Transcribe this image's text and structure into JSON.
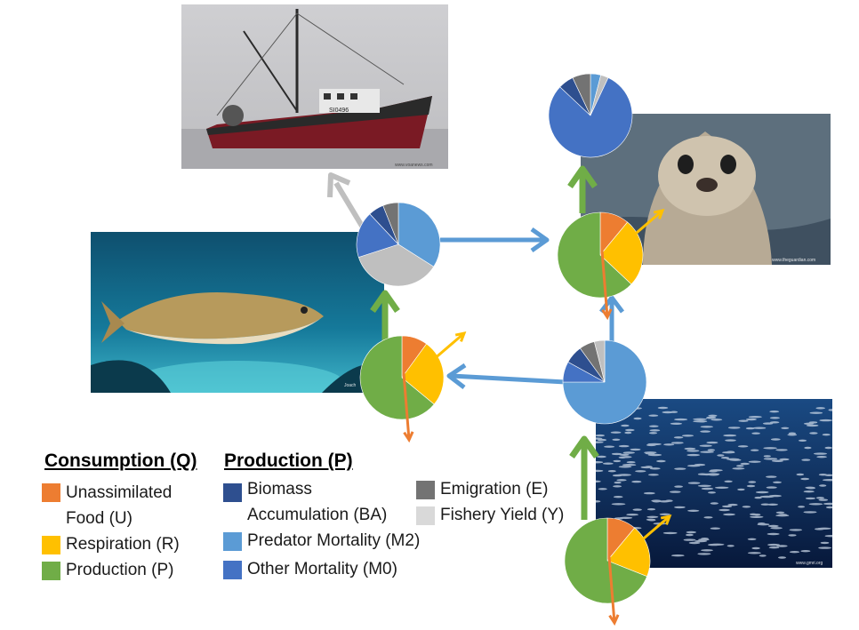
{
  "colors": {
    "unassimilated": "#ED7D31",
    "respiration": "#FFC000",
    "production": "#70AD47",
    "biomass_accumulation": "#2E4F8F",
    "predator_mortality": "#5B9BD5",
    "other_mortality": "#4472C4",
    "emigration": "#737373",
    "fishery_yield": "#BFBFBF",
    "flow_arrow": "#5B9BD5",
    "production_arrow": "#70AD47",
    "yield_arrow": "#BFBFBF"
  },
  "images": {
    "boat": {
      "icon": "fishing-boat-photo",
      "credit": "www.voanews.com",
      "hull_number": "SI0496"
    },
    "cod": {
      "icon": "cod-fish-photo",
      "credit": "Joach"
    },
    "seal": {
      "icon": "harbor-seal-photo",
      "credit": "www.theguardian.com"
    },
    "herring": {
      "icon": "herring-school-photo",
      "credit": "www.gmri.org"
    }
  },
  "legend": {
    "consumption_heading": "Consumption (Q)",
    "production_heading": "Production (P)",
    "consumption_items": [
      {
        "key": "unassimilated",
        "label_line1": "Unassimilated",
        "label_line2": "Food (U)"
      },
      {
        "key": "respiration",
        "label_line1": "Respiration (R)"
      },
      {
        "key": "production",
        "label_line1": "Production (P)"
      }
    ],
    "production_items": [
      {
        "key": "biomass_accumulation",
        "label_line1": "Biomass",
        "label_line2": "Accumulation (BA)"
      },
      {
        "key": "predator_mortality",
        "label_line1": "Predator Mortality (M2)"
      },
      {
        "key": "other_mortality",
        "label_line1": "Other Mortality  (M0)"
      },
      {
        "key": "emigration",
        "label_line1": "Emigration (E)"
      },
      {
        "key": "fishery_yield",
        "label_line1": "Fishery Yield (Y)"
      }
    ]
  },
  "chart_data": [
    {
      "type": "pie",
      "name": "consumption",
      "node": "herring",
      "slices": [
        {
          "label": "Unassimilated Food (U)",
          "value": 0.11
        },
        {
          "label": "Respiration (R)",
          "value": 0.2
        },
        {
          "label": "Production (P)",
          "value": 0.69
        }
      ]
    },
    {
      "type": "pie",
      "name": "production",
      "node": "herring",
      "slices": [
        {
          "label": "Biomass Accumulation (BA)",
          "value": 0.0
        },
        {
          "label": "Predator Mortality (M2)",
          "value": 0.75
        },
        {
          "label": "Other Mortality (M0)",
          "value": 0.08
        },
        {
          "label": "Biomass Accumulation (BA)",
          "value": 0.07
        },
        {
          "label": "Emigration (E)",
          "value": 0.06
        },
        {
          "label": "Fishery Yield (Y)",
          "value": 0.04
        }
      ]
    },
    {
      "type": "pie",
      "name": "consumption",
      "node": "cod",
      "slices": [
        {
          "label": "Unassimilated Food (U)",
          "value": 0.1
        },
        {
          "label": "Respiration (R)",
          "value": 0.26
        },
        {
          "label": "Production (P)",
          "value": 0.64
        }
      ]
    },
    {
      "type": "pie",
      "name": "production",
      "node": "cod",
      "slices": [
        {
          "label": "Predator Mortality (M2)",
          "value": 0.34
        },
        {
          "label": "Fishery Yield (Y)",
          "value": 0.36
        },
        {
          "label": "Other Mortality (M0)",
          "value": 0.18
        },
        {
          "label": "Biomass Accumulation (BA)",
          "value": 0.06
        },
        {
          "label": "Emigration (E)",
          "value": 0.06
        }
      ]
    },
    {
      "type": "pie",
      "name": "consumption",
      "node": "seal",
      "slices": [
        {
          "label": "Unassimilated Food (U)",
          "value": 0.11
        },
        {
          "label": "Respiration (R)",
          "value": 0.26
        },
        {
          "label": "Production (P)",
          "value": 0.63
        }
      ]
    },
    {
      "type": "pie",
      "name": "production",
      "node": "seal",
      "slices": [
        {
          "label": "Predator Mortality (M2)",
          "value": 0.04
        },
        {
          "label": "Fishery Yield (Y)",
          "value": 0.03
        },
        {
          "label": "Other Mortality (M0)",
          "value": 0.8
        },
        {
          "label": "Biomass Accumulation (BA)",
          "value": 0.06
        },
        {
          "label": "Emigration (E)",
          "value": 0.07
        }
      ]
    }
  ]
}
